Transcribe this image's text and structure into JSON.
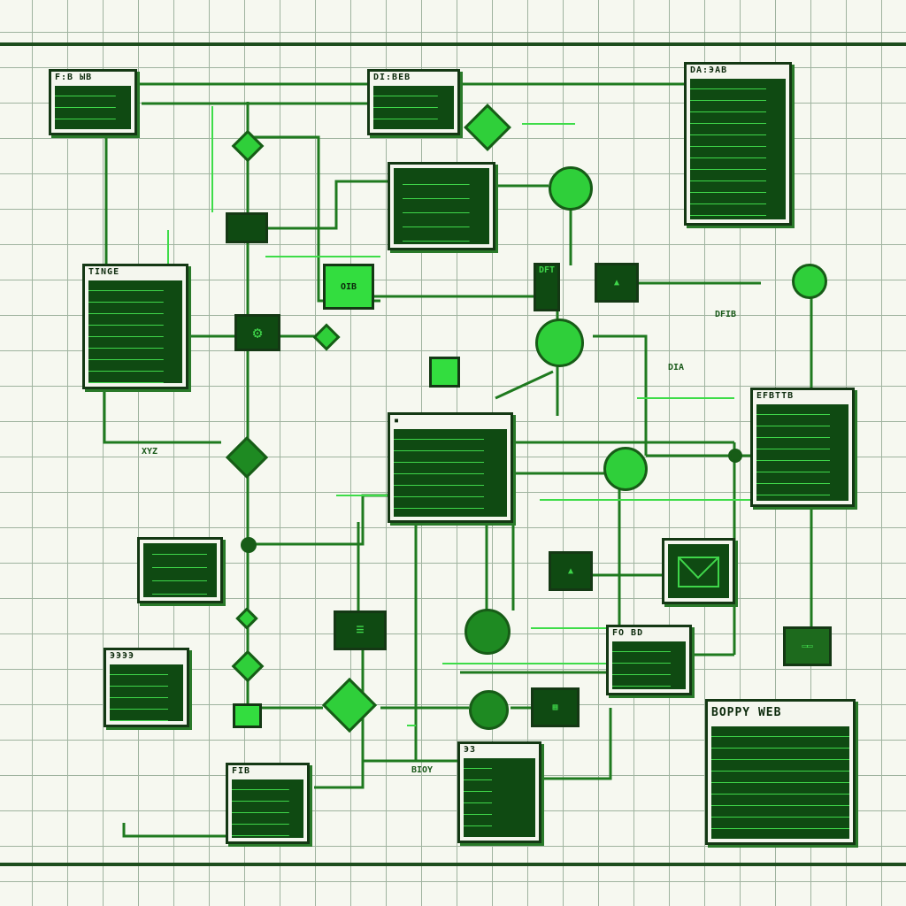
{
  "diagram": {
    "windows": [
      {
        "title": "F:B ЫB"
      },
      {
        "title": "DI:BEB"
      },
      {
        "title": "DA:ЭAB"
      },
      {
        "title": ""
      },
      {
        "title": "TINGE"
      },
      {
        "title": "▪"
      },
      {
        "title": "EFBTTB"
      },
      {
        "title": ""
      },
      {
        "title": "ЭЭЭЭ"
      },
      {
        "title": "FO BD"
      },
      {
        "title": "BOPPY WEB"
      },
      {
        "title": "FIB"
      },
      {
        "title": "ЭЗ"
      }
    ],
    "blocks": {
      "oib": "OIB",
      "dft": "DFT"
    },
    "labels": [
      "DFIB",
      "DIA",
      "XYZ",
      "BIOY"
    ],
    "colors": {
      "accent": "#33dd3f",
      "dark": "#0f4a12",
      "grid": "#9fb39f"
    }
  }
}
